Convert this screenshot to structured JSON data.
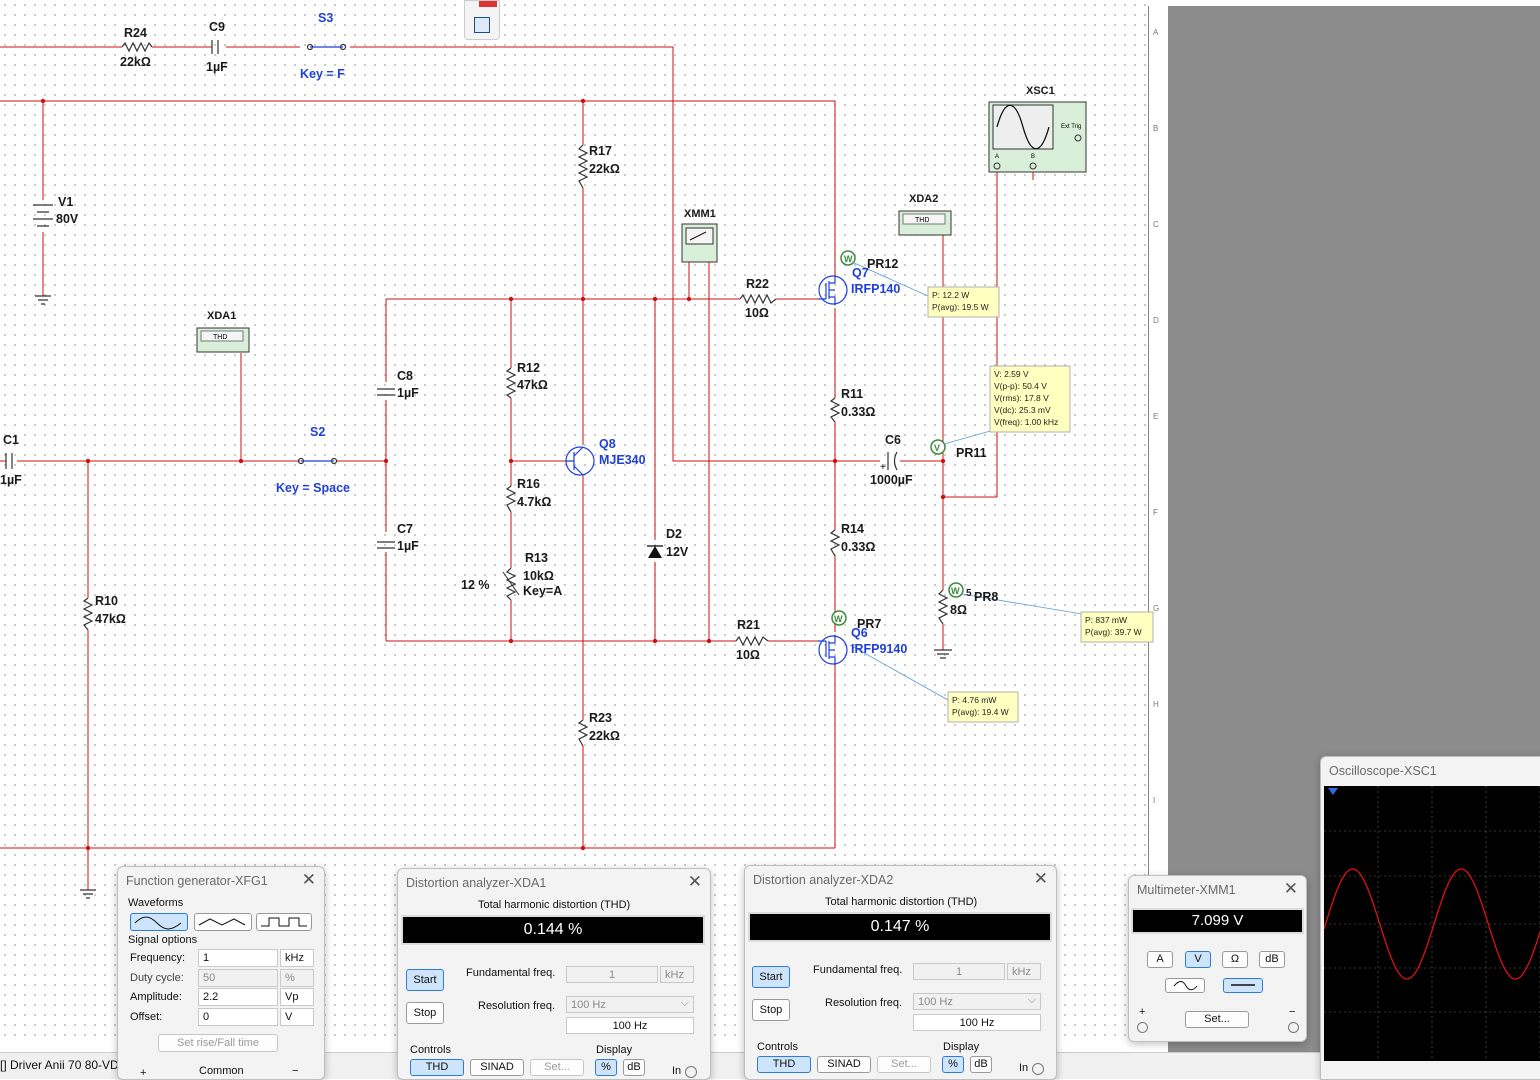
{
  "schematic": {
    "components": {
      "R24": {
        "name": "R24",
        "value": "22kΩ"
      },
      "C9": {
        "name": "C9",
        "value": "1µF"
      },
      "S3": {
        "name": "S3",
        "key": "Key = F"
      },
      "V1": {
        "name": "V1",
        "value": "80V"
      },
      "R17": {
        "name": "R17",
        "value": "22kΩ"
      },
      "XMM1": {
        "name": "XMM1"
      },
      "XDA2": {
        "name": "XDA2",
        "display": "THD"
      },
      "XSC1": {
        "name": "XSC1",
        "ext_trig": "Ext Trig",
        "a": "A",
        "b": "B"
      },
      "XDA1": {
        "name": "XDA1",
        "display": "THD"
      },
      "C8": {
        "name": "C8",
        "value": "1µF"
      },
      "R12": {
        "name": "R12",
        "value": "47kΩ"
      },
      "R22": {
        "name": "R22",
        "value": "10Ω"
      },
      "Q7": {
        "name": "Q7",
        "model": "IRFP140"
      },
      "PR12": {
        "name": "PR12",
        "glyph": "W"
      },
      "C1": {
        "name": "C1",
        "value": "1µF"
      },
      "S2": {
        "name": "S2",
        "key": "Key = Space"
      },
      "Q8": {
        "name": "Q8",
        "model": "MJE340"
      },
      "R11": {
        "name": "R11",
        "value": "0.33Ω"
      },
      "C6": {
        "name": "C6",
        "value": "1000µF",
        "polarity": "+"
      },
      "PR11": {
        "name": "PR11",
        "glyph": "V"
      },
      "R16": {
        "name": "R16",
        "value": "4.7kΩ"
      },
      "C7": {
        "name": "C7",
        "value": "1µF"
      },
      "D2": {
        "name": "D2",
        "value": "12V"
      },
      "R14": {
        "name": "R14",
        "value": "0.33Ω"
      },
      "R13": {
        "name": "R13",
        "value": "10kΩ",
        "key": "Key=A",
        "percent": "12 %"
      },
      "R10": {
        "name": "R10",
        "value": "47kΩ"
      },
      "PR8": {
        "name": "PR8",
        "glyph": "W",
        "node": "5"
      },
      "R8": {
        "value": "8Ω"
      },
      "R21": {
        "name": "R21",
        "value": "10Ω"
      },
      "PR7": {
        "name": "PR7",
        "glyph": "W"
      },
      "Q6": {
        "name": "Q6",
        "model": "IRFP9140"
      },
      "R23": {
        "name": "R23",
        "value": "22kΩ"
      }
    },
    "tooltips": {
      "pr12": [
        "P: 12.2 W",
        "P(avg): 19.5 W"
      ],
      "pr11": [
        "V: 2.59 V",
        "V(p-p): 50.4 V",
        "V(rms): 17.8 V",
        "V(dc): 25.3 mV",
        "V(freq): 1.00 kHz"
      ],
      "pr8": [
        "P: 837 mW",
        "P(avg): 39.7 W"
      ],
      "pr7": [
        "P: 4.76 mW",
        "P(avg): 19.4 W"
      ]
    },
    "row_labels": [
      "A",
      "B",
      "C",
      "D",
      "E",
      "F",
      "G",
      "H",
      "I"
    ]
  },
  "function_generator": {
    "title": "Function generator-XFG1",
    "waveforms_label": "Waveforms",
    "signal_options_label": "Signal options",
    "frequency": {
      "label": "Frequency:",
      "value": "1",
      "unit": "kHz"
    },
    "duty_cycle": {
      "label": "Duty cycle:",
      "value": "50",
      "unit": "%"
    },
    "amplitude": {
      "label": "Amplitude:",
      "value": "2.2",
      "unit": "Vp"
    },
    "offset": {
      "label": "Offset:",
      "value": "0",
      "unit": "V"
    },
    "rise_fall_button": "Set rise/Fall time",
    "common_label": "Common",
    "plus": "+",
    "minus": "−"
  },
  "distortion_xda1": {
    "title": "Distortion analyzer-XDA1",
    "thd_label": "Total harmonic distortion (THD)",
    "thd_value": "0.144 %",
    "start": "Start",
    "stop": "Stop",
    "fund_label": "Fundamental freq.",
    "fund_value": "1",
    "fund_unit": "kHz",
    "res_label": "Resolution freq.",
    "res_select": "100 Hz",
    "res_value": "100 Hz",
    "controls_label": "Controls",
    "thd_btn": "THD",
    "sinad_btn": "SINAD",
    "set_btn": "Set...",
    "display_label": "Display",
    "pct_btn": "%",
    "db_btn": "dB",
    "in_label": "In"
  },
  "distortion_xda2": {
    "title": "Distortion analyzer-XDA2",
    "thd_label": "Total harmonic distortion (THD)",
    "thd_value": "0.147 %",
    "start": "Start",
    "stop": "Stop",
    "fund_label": "Fundamental freq.",
    "fund_value": "1",
    "fund_unit": "kHz",
    "res_label": "Resolution freq.",
    "res_select": "100 Hz",
    "res_value": "100 Hz",
    "controls_label": "Controls",
    "thd_btn": "THD",
    "sinad_btn": "SINAD",
    "set_btn": "Set...",
    "display_label": "Display",
    "pct_btn": "%",
    "db_btn": "dB",
    "in_label": "In"
  },
  "multimeter": {
    "title": "Multimeter-XMM1",
    "reading": "7.099 V",
    "btn_a": "A",
    "btn_v": "V",
    "btn_ohm": "Ω",
    "btn_db": "dB",
    "set_btn": "Set...",
    "plus": "+",
    "minus": "−"
  },
  "oscilloscope": {
    "title": "Oscilloscope-XSC1",
    "trace_color": "#e01010"
  },
  "status": {
    "text": "[] Driver Anii 70  80-VD"
  },
  "colors": {
    "wire": "#cc1111",
    "component_blue": "#1f3fd8",
    "tooltip_bg": "#ffffc0"
  }
}
